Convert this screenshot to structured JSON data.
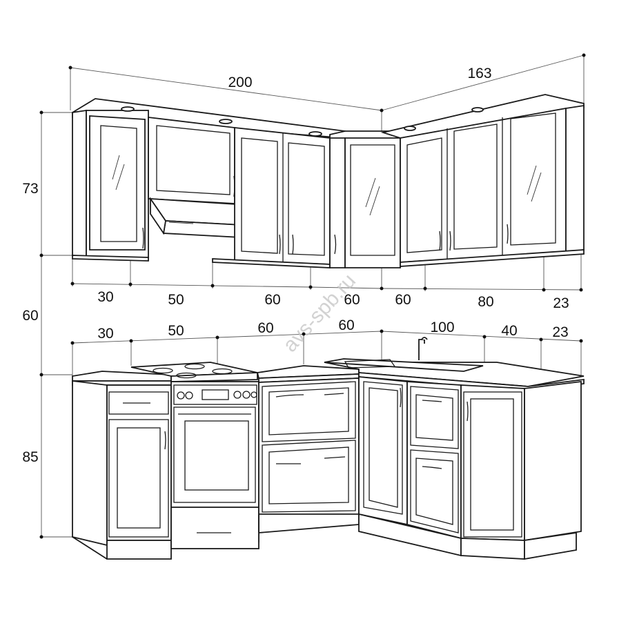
{
  "dimensions": {
    "upper_width_left": "200",
    "upper_width_right": "163",
    "height_upper": "73",
    "height_gap": "60",
    "height_lower": "85",
    "upper_modules": [
      "30",
      "50",
      "60",
      "60",
      "60",
      "80",
      "23"
    ],
    "lower_modules": [
      "30",
      "50",
      "60",
      "60",
      "100",
      "40",
      "23"
    ]
  },
  "watermark": "avs-spb.ru"
}
